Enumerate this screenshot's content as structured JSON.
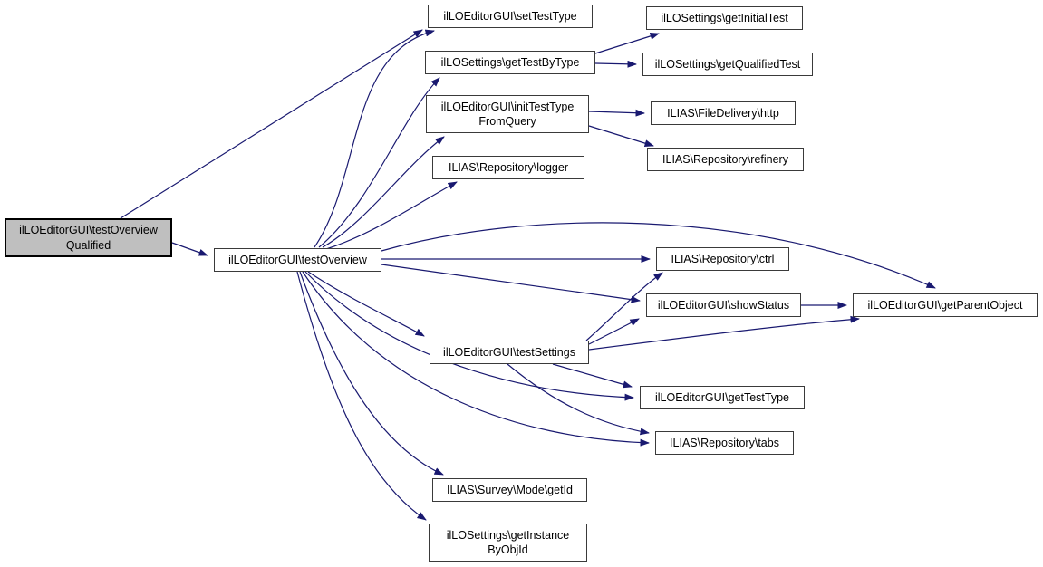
{
  "diagram": {
    "type": "call-graph",
    "edge_color": "#191970",
    "node_fill": "#ffffff",
    "highlight_fill": "#bfbfbf",
    "nodes": [
      {
        "id": "testOverviewQualified",
        "label": "ilLOEditorGUI\\testOverviewQualified",
        "line1": "ilLOEditorGUI\\testOverview",
        "line2": "Qualified",
        "highlighted": true
      },
      {
        "id": "testOverview",
        "label": "ilLOEditorGUI\\testOverview",
        "line1": "ilLOEditorGUI\\testOverview",
        "highlighted": false
      },
      {
        "id": "setTestType",
        "label": "ilLOEditorGUI\\setTestType",
        "line1": "ilLOEditorGUI\\setTestType",
        "highlighted": false
      },
      {
        "id": "getTestByType",
        "label": "ilLOSettings\\getTestByType",
        "line1": "ilLOSettings\\getTestByType",
        "highlighted": false
      },
      {
        "id": "getInitialTest",
        "label": "ilLOSettings\\getInitialTest",
        "line1": "ilLOSettings\\getInitialTest",
        "highlighted": false
      },
      {
        "id": "getQualifiedTest",
        "label": "ilLOSettings\\getQualifiedTest",
        "line1": "ilLOSettings\\getQualifiedTest",
        "highlighted": false
      },
      {
        "id": "initTestTypeFromQuery",
        "label": "ilLOEditorGUI\\initTestTypeFromQuery",
        "line1": "ilLOEditorGUI\\initTestType",
        "line2": "FromQuery",
        "highlighted": false
      },
      {
        "id": "http",
        "label": "ILIAS\\FileDelivery\\http",
        "line1": "ILIAS\\FileDelivery\\http",
        "highlighted": false
      },
      {
        "id": "refinery",
        "label": "ILIAS\\Repository\\refinery",
        "line1": "ILIAS\\Repository\\refinery",
        "highlighted": false
      },
      {
        "id": "logger",
        "label": "ILIAS\\Repository\\logger",
        "line1": "ILIAS\\Repository\\logger",
        "highlighted": false
      },
      {
        "id": "ctrl",
        "label": "ILIAS\\Repository\\ctrl",
        "line1": "ILIAS\\Repository\\ctrl",
        "highlighted": false
      },
      {
        "id": "showStatus",
        "label": "ilLOEditorGUI\\showStatus",
        "line1": "ilLOEditorGUI\\showStatus",
        "highlighted": false
      },
      {
        "id": "getParentObject",
        "label": "ilLOEditorGUI\\getParentObject",
        "line1": "ilLOEditorGUI\\getParentObject",
        "highlighted": false
      },
      {
        "id": "testSettings",
        "label": "ilLOEditorGUI\\testSettings",
        "line1": "ilLOEditorGUI\\testSettings",
        "highlighted": false
      },
      {
        "id": "getTestType",
        "label": "ilLOEditorGUI\\getTestType",
        "line1": "ilLOEditorGUI\\getTestType",
        "highlighted": false
      },
      {
        "id": "tabs",
        "label": "ILIAS\\Repository\\tabs",
        "line1": "ILIAS\\Repository\\tabs",
        "highlighted": false
      },
      {
        "id": "getId",
        "label": "ILIAS\\Survey\\Mode\\getId",
        "line1": "ILIAS\\Survey\\Mode\\getId",
        "highlighted": false
      },
      {
        "id": "getInstanceByObjId",
        "label": "ilLOSettings\\getInstanceByObjId",
        "line1": "ilLOSettings\\getInstance",
        "line2": "ByObjId",
        "highlighted": false
      }
    ],
    "edges": [
      {
        "from": "testOverviewQualified",
        "to": "setTestType"
      },
      {
        "from": "testOverviewQualified",
        "to": "testOverview"
      },
      {
        "from": "testOverview",
        "to": "setTestType"
      },
      {
        "from": "testOverview",
        "to": "getTestByType"
      },
      {
        "from": "testOverview",
        "to": "initTestTypeFromQuery"
      },
      {
        "from": "testOverview",
        "to": "logger"
      },
      {
        "from": "testOverview",
        "to": "ctrl"
      },
      {
        "from": "testOverview",
        "to": "showStatus"
      },
      {
        "from": "testOverview",
        "to": "getParentObject"
      },
      {
        "from": "testOverview",
        "to": "testSettings"
      },
      {
        "from": "testOverview",
        "to": "getTestType"
      },
      {
        "from": "testOverview",
        "to": "tabs"
      },
      {
        "from": "testOverview",
        "to": "getId"
      },
      {
        "from": "testOverview",
        "to": "getInstanceByObjId"
      },
      {
        "from": "getTestByType",
        "to": "getInitialTest"
      },
      {
        "from": "getTestByType",
        "to": "getQualifiedTest"
      },
      {
        "from": "initTestTypeFromQuery",
        "to": "http"
      },
      {
        "from": "initTestTypeFromQuery",
        "to": "refinery"
      },
      {
        "from": "testSettings",
        "to": "ctrl"
      },
      {
        "from": "testSettings",
        "to": "showStatus"
      },
      {
        "from": "testSettings",
        "to": "getParentObject"
      },
      {
        "from": "testSettings",
        "to": "getTestType"
      },
      {
        "from": "testSettings",
        "to": "tabs"
      },
      {
        "from": "showStatus",
        "to": "getParentObject"
      }
    ]
  }
}
